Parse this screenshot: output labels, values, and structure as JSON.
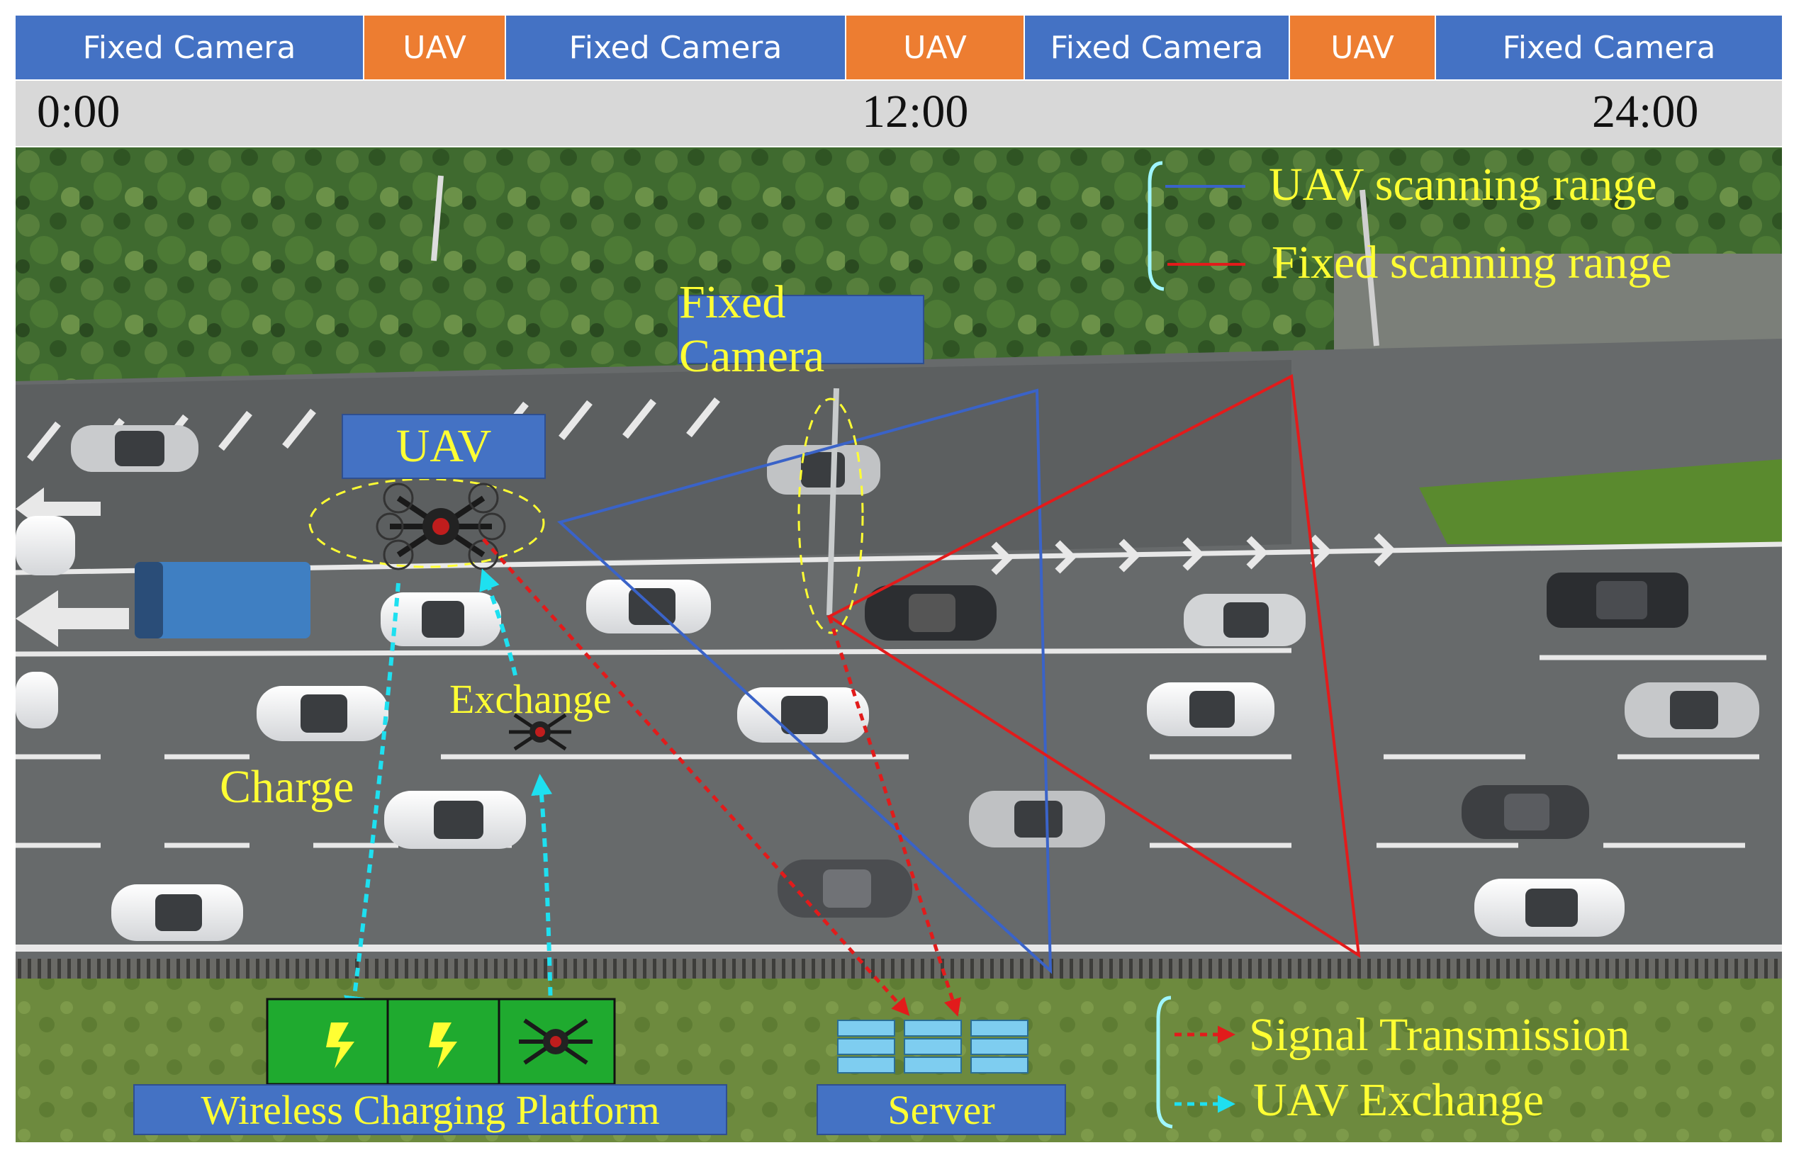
{
  "timeline": {
    "segments": [
      {
        "label": "Fixed Camera",
        "kind": "camera"
      },
      {
        "label": "UAV",
        "kind": "uav"
      },
      {
        "label": "Fixed Camera",
        "kind": "camera"
      },
      {
        "label": "UAV",
        "kind": "uav"
      },
      {
        "label": "Fixed Camera",
        "kind": "camera"
      },
      {
        "label": "UAV",
        "kind": "uav"
      },
      {
        "label": "Fixed Camera",
        "kind": "camera"
      }
    ],
    "time_labels": [
      "0:00",
      "12:00",
      "24:00"
    ]
  },
  "scene": {
    "fixed_camera_label": "Fixed Camera",
    "uav_label": "UAV",
    "exchange_label": "Exchange",
    "charge_label": "Charge",
    "wireless_platform_label": "Wireless Charging Platform",
    "server_label": "Server"
  },
  "legend_top": {
    "uav_range": "UAV scanning range",
    "fixed_range": "Fixed scanning range"
  },
  "legend_bottom": {
    "signal": "Signal Transmission",
    "exchange": "UAV Exchange"
  },
  "colors": {
    "camera_segment": "#4472c4",
    "uav_segment": "#ed7d31",
    "label_text": "#ffff33",
    "uav_range_line": "#3a63c8",
    "fixed_range_line": "#e21b1b",
    "signal_arrow": "#e21b1b",
    "exchange_arrow": "#1ee0f0",
    "platform_green": "#1faa2f",
    "server_blue": "#7ecdf0"
  }
}
